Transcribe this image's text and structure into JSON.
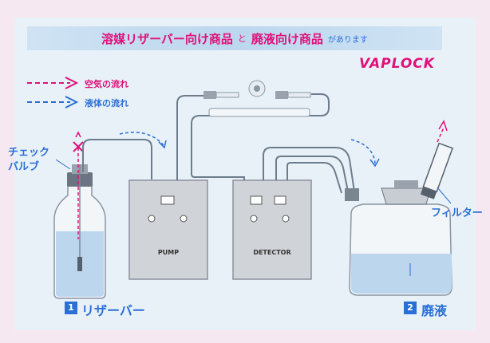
{
  "banner": {
    "part1": "溶媒リザーバー向け商品",
    "part2": "と",
    "part3": "廃液向け商品",
    "part4": "があります"
  },
  "logo": {
    "text": "VAPLOCK",
    "brand_color": "#e0107a"
  },
  "legend": {
    "air_label": "空気の流れ",
    "liquid_label": "液体の流れ",
    "air_color": "#e0107a",
    "liquid_color": "#2a6fd6"
  },
  "labels": {
    "check_valve_line1": "チェック",
    "check_valve_line2": "バルブ",
    "filter": "フィルター",
    "pump": "PUMP",
    "detector": "DETECTOR"
  },
  "bottom": {
    "reservoir_number": "1",
    "reservoir_label": "リザーバー",
    "waste_number": "2",
    "waste_label": "廃液"
  }
}
